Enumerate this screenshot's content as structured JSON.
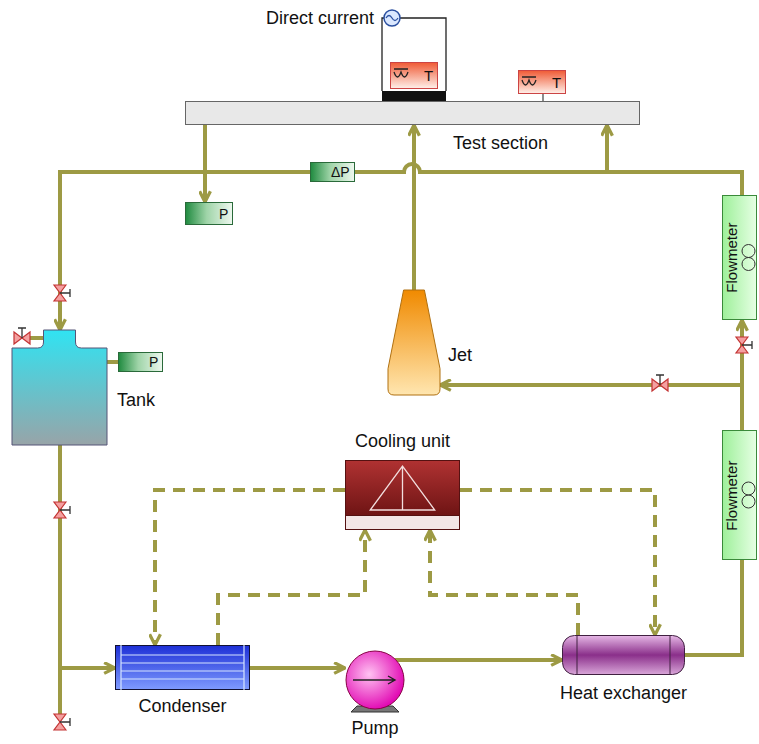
{
  "diagram": {
    "nodes": [
      {
        "text": [
          "T"
        ]
      },
      {
        "text": [
          "T"
        ]
      },
      {
        "text": [
          "Test section"
        ]
      },
      {
        "text": [
          "P"
        ]
      },
      {
        "text": [
          "ΔP"
        ]
      },
      {
        "text": [
          "Flowmeter"
        ]
      },
      {
        "text": [
          "Jet"
        ]
      },
      {
        "text": [
          "Tank"
        ]
      },
      {
        "text": [
          "P"
        ]
      },
      {
        "text": [
          "Cooling unit"
        ]
      },
      {
        "text": [
          "Flowmeter"
        ]
      },
      {
        "text": [
          "Heat exchanger"
        ]
      },
      {
        "text": [
          "Condenser"
        ]
      },
      {
        "text": [
          "Pump"
        ]
      }
    ],
    "edges": [
      {
        "from": 5,
        "to": 2,
        "arrow": "to"
      },
      {
        "from": 6,
        "to": 2,
        "arrow": "to"
      },
      {
        "from": 2,
        "to": 3,
        "arrow": "to"
      },
      {
        "from": 2,
        "to": 7,
        "arrow": "to"
      },
      {
        "from": 7,
        "to": 8,
        "arrow": "none"
      },
      {
        "from": 7,
        "to": 12,
        "arrow": "to"
      },
      {
        "from": 12,
        "to": 13,
        "arrow": "to"
      },
      {
        "from": 13,
        "to": 11,
        "arrow": "to"
      },
      {
        "from": 11,
        "to": 10,
        "arrow": "none"
      },
      {
        "from": 10,
        "to": 5,
        "arrow": "to"
      },
      {
        "from": 10,
        "to": 6,
        "arrow": "to"
      },
      {
        "from": 9,
        "to": 12,
        "arrow": "to"
      },
      {
        "from": 12,
        "to": 9,
        "arrow": "to"
      },
      {
        "from": 9,
        "to": 11,
        "arrow": "to"
      },
      {
        "from": 11,
        "to": 9,
        "arrow": "to"
      }
    ],
    "labels": [
      "Direct current"
    ]
  }
}
